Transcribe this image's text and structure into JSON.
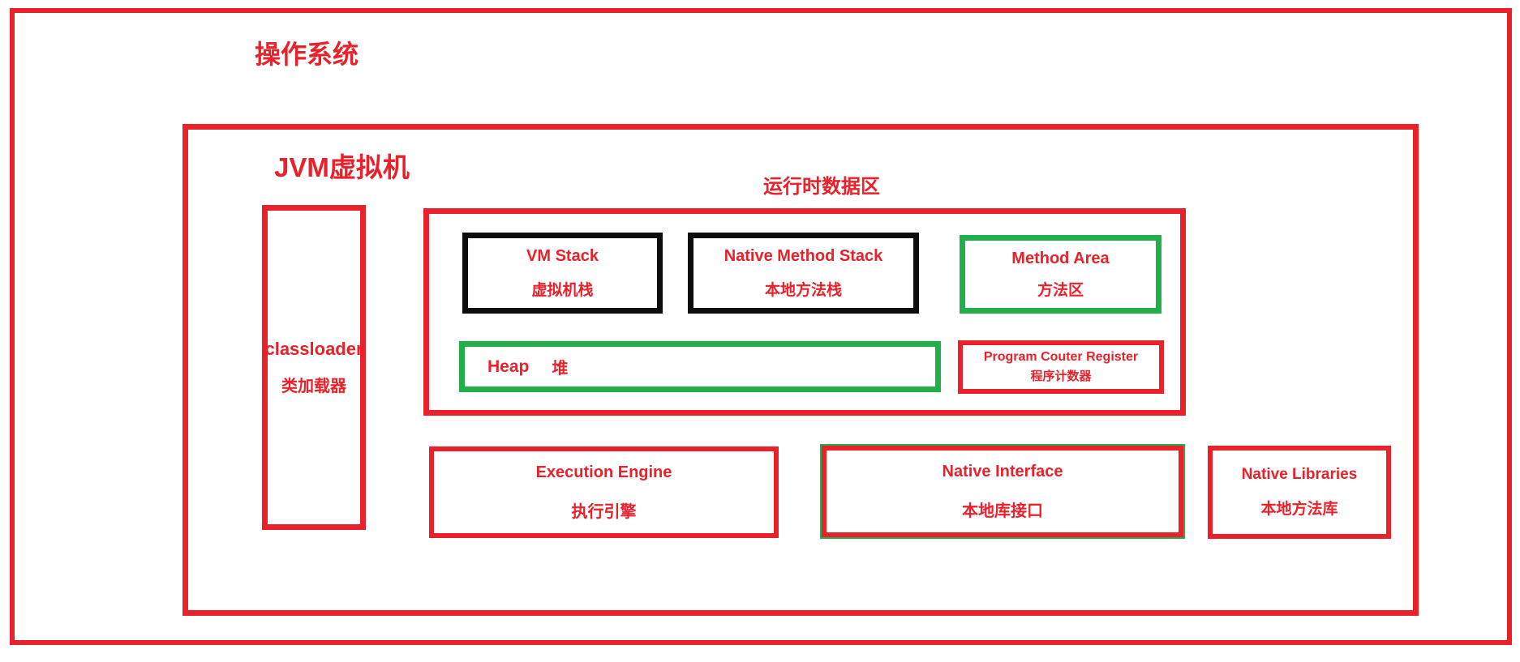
{
  "colors": {
    "red": "#e8212b",
    "green": "#21af4b",
    "black": "#0d0d0d"
  },
  "os": {
    "title": "操作系统"
  },
  "jvm": {
    "title": "JVM虚拟机"
  },
  "classloader": {
    "en": "classloader",
    "zh": "类加载器"
  },
  "runtime_area": {
    "title": "运行时数据区"
  },
  "boxes": {
    "vm_stack": {
      "en": "VM Stack",
      "zh": "虚拟机栈"
    },
    "native_method_stack": {
      "en": "Native Method Stack",
      "zh": "本地方法栈"
    },
    "method_area": {
      "en": "Method Area",
      "zh": "方法区"
    },
    "heap": {
      "en": "Heap",
      "zh": "堆"
    },
    "pc_register": {
      "en": "Program Couter Register",
      "zh": "程序计数器"
    },
    "execution_engine": {
      "en": "Execution Engine",
      "zh": "执行引擎"
    },
    "native_interface": {
      "en": "Native Interface",
      "zh": "本地库接口"
    },
    "native_libraries": {
      "en": "Native Libraries",
      "zh": "本地方法库"
    }
  }
}
